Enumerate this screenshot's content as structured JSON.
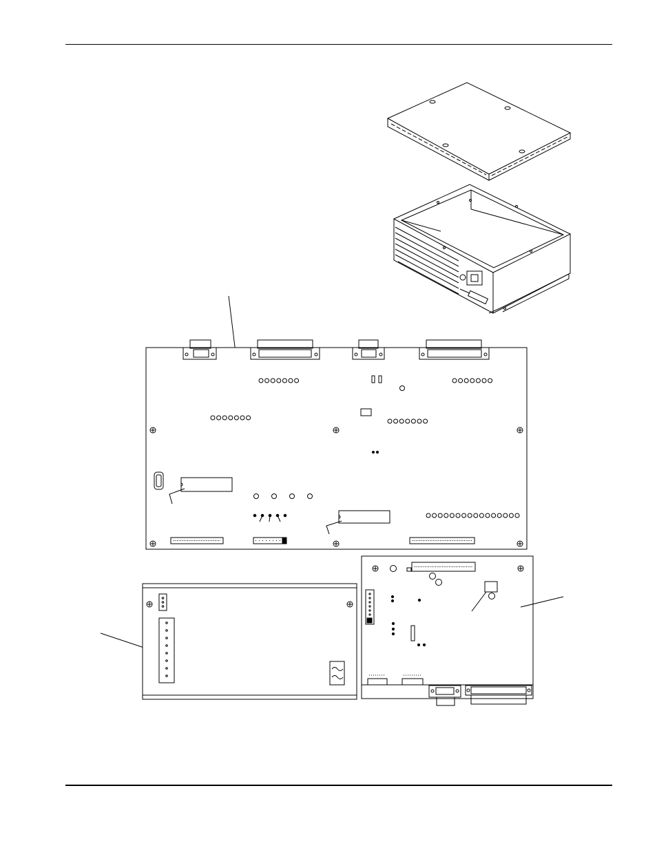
{
  "page": {
    "header_rule": true,
    "footer_rule": true
  },
  "figure": {
    "colors": {
      "ink": "#000000",
      "paper": "#ffffff"
    },
    "parts": [
      {
        "id": "enclosure-cover",
        "icon": "lid-isometric"
      },
      {
        "id": "enclosure-base",
        "icon": "chassis-isometric"
      },
      {
        "id": "main-circuit-board",
        "icon": "pcb-top-view"
      },
      {
        "id": "power-supply-board",
        "icon": "psu-top-view"
      },
      {
        "id": "interface-board",
        "icon": "pcb-top-view"
      }
    ],
    "callouts": [
      {
        "id": "callout-main-board"
      },
      {
        "id": "callout-chip-left"
      },
      {
        "id": "callout-chip-center"
      },
      {
        "id": "callout-power-supply"
      },
      {
        "id": "callout-interface-component"
      },
      {
        "id": "callout-interface-board"
      }
    ]
  }
}
